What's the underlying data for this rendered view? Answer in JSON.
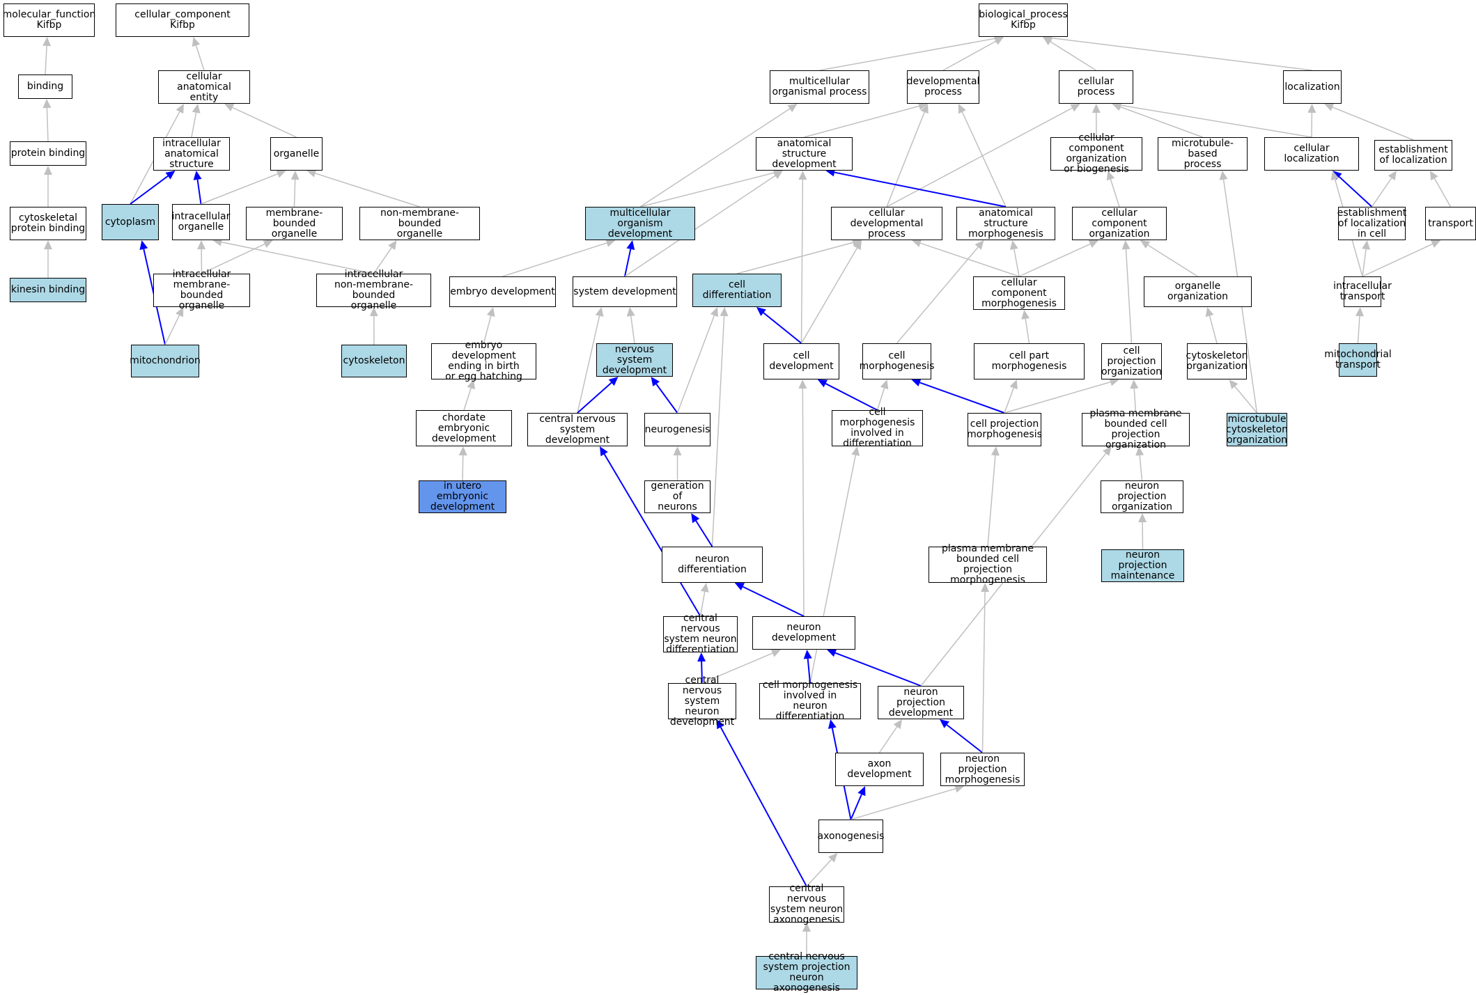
{
  "colors": {
    "node_fill": "#ffffff",
    "highlight_fill": "#add8e6",
    "query_fill": "#6495ed",
    "edge_grey": "#c0c0c0",
    "edge_blue": "#0000ff",
    "border": "#000000"
  },
  "nodes": {
    "mf": {
      "label": "molecular_function\nKifbp"
    },
    "binding": {
      "label": "binding"
    },
    "protein_binding": {
      "label": "protein binding"
    },
    "cytoskeletal_protein_binding": {
      "label": "cytoskeletal\nprotein binding"
    },
    "kinesin_binding": {
      "label": "kinesin binding",
      "highlight": true
    },
    "cc": {
      "label": "cellular_component\nKifbp"
    },
    "cell_anat_entity": {
      "label": "cellular anatomical\nentity"
    },
    "intracell_anat": {
      "label": "intracellular\nanatomical structure"
    },
    "organelle": {
      "label": "organelle"
    },
    "cytoplasm": {
      "label": "cytoplasm",
      "highlight": true
    },
    "intracell_organelle": {
      "label": "intracellular\norganelle"
    },
    "membrane_bounded": {
      "label": "membrane-bounded\norganelle"
    },
    "non_membrane_bounded": {
      "label": "non-membrane-bounded\norganelle"
    },
    "intracell_membrane_bounded": {
      "label": "intracellular\nmembrane-bounded\norganelle"
    },
    "intracell_non_membrane": {
      "label": "intracellular\nnon-membrane-bounded\norganelle"
    },
    "mitochondrion": {
      "label": "mitochondrion",
      "highlight": true
    },
    "cytoskeleton": {
      "label": "cytoskeleton",
      "highlight": true
    },
    "bp": {
      "label": "biological_process\nKifbp"
    },
    "multicell_org_process": {
      "label": "multicellular\norganismal process"
    },
    "dev_process": {
      "label": "developmental\nprocess"
    },
    "cellular_process": {
      "label": "cellular process"
    },
    "localization": {
      "label": "localization"
    },
    "anat_struct_dev": {
      "label": "anatomical structure\ndevelopment"
    },
    "ccob": {
      "label": "cellular component\norganization\nor biogenesis"
    },
    "mt_based_process": {
      "label": "microtubule-based\nprocess"
    },
    "cell_localization": {
      "label": "cellular localization"
    },
    "establish_loc": {
      "label": "establishment\nof localization"
    },
    "multicell_org_dev": {
      "label": "multicellular\norganism development",
      "highlight": true
    },
    "cell_dev_process": {
      "label": "cellular developmental\nprocess"
    },
    "anat_struct_morph": {
      "label": "anatomical structure\nmorphogenesis"
    },
    "cc_org": {
      "label": "cellular component\norganization"
    },
    "establish_loc_cell": {
      "label": "establishment\nof localization\nin cell"
    },
    "transport": {
      "label": "transport"
    },
    "embryo_dev": {
      "label": "embryo development"
    },
    "system_dev": {
      "label": "system development"
    },
    "cell_diff": {
      "label": "cell differentiation",
      "highlight": true
    },
    "cc_morph": {
      "label": "cellular component\nmorphogenesis"
    },
    "organelle_org": {
      "label": "organelle organization"
    },
    "intracell_transport": {
      "label": "intracellular\ntransport"
    },
    "embryo_dev_birth": {
      "label": "embryo development\nending in birth\nor egg hatching"
    },
    "ns_dev": {
      "label": "nervous system\ndevelopment",
      "highlight": true
    },
    "cell_dev": {
      "label": "cell development"
    },
    "cell_morph": {
      "label": "cell morphogenesis"
    },
    "cell_part_morph": {
      "label": "cell part morphogenesis"
    },
    "cell_proj_org": {
      "label": "cell projection\norganization"
    },
    "cytoskeleton_org": {
      "label": "cytoskeleton\norganization"
    },
    "mito_transport": {
      "label": "mitochondrial\ntransport",
      "highlight": true
    },
    "chordate_embryonic": {
      "label": "chordate embryonic\ndevelopment"
    },
    "cns_dev": {
      "label": "central nervous\nsystem development"
    },
    "neurogenesis": {
      "label": "neurogenesis"
    },
    "cell_morph_diff": {
      "label": "cell morphogenesis\ninvolved in\ndifferentiation"
    },
    "cell_proj_morph": {
      "label": "cell projection\nmorphogenesis"
    },
    "pm_cell_proj_org": {
      "label": "plasma membrane\nbounded cell\nprojection organization"
    },
    "mt_cytoskeleton_org": {
      "label": "microtubule\ncytoskeleton\norganization",
      "highlight": true
    },
    "in_utero": {
      "label": "in utero embryonic\ndevelopment",
      "query": true
    },
    "gen_neurons": {
      "label": "generation of\nneurons"
    },
    "neuron_proj_org": {
      "label": "neuron projection\norganization"
    },
    "pm_cell_proj_morph": {
      "label": "plasma membrane\nbounded cell\nprojection morphogenesis"
    },
    "neuron_proj_maint": {
      "label": "neuron projection\nmaintenance",
      "highlight": true
    },
    "neuron_diff": {
      "label": "neuron differentiation"
    },
    "cns_neuron_diff": {
      "label": "central nervous\nsystem neuron\ndifferentiation"
    },
    "neuron_dev": {
      "label": "neuron development"
    },
    "cns_neuron_dev": {
      "label": "central nervous\nsystem neuron\ndevelopment"
    },
    "cell_morph_neuron_diff": {
      "label": "cell morphogenesis\ninvolved in\nneuron differentiation"
    },
    "neuron_proj_dev": {
      "label": "neuron projection\ndevelopment"
    },
    "axon_dev": {
      "label": "axon development"
    },
    "neuron_proj_morph": {
      "label": "neuron projection\nmorphogenesis"
    },
    "axonogenesis": {
      "label": "axonogenesis"
    },
    "cns_neuron_axonogenesis": {
      "label": "central nervous\nsystem neuron\naxonogenesis"
    },
    "cns_proj_neuron_axonogenesis": {
      "label": "central nervous\nsystem projection\nneuron axonogenesis",
      "highlight": true
    }
  },
  "edges": [
    {
      "from": "binding",
      "to": "mf",
      "blue": false
    },
    {
      "from": "protein_binding",
      "to": "binding",
      "blue": false
    },
    {
      "from": "cytoskeletal_protein_binding",
      "to": "protein_binding",
      "blue": false
    },
    {
      "from": "kinesin_binding",
      "to": "cytoskeletal_protein_binding",
      "blue": false
    },
    {
      "from": "cell_anat_entity",
      "to": "cc",
      "blue": false
    },
    {
      "from": "intracell_anat",
      "to": "cell_anat_entity",
      "blue": false
    },
    {
      "from": "organelle",
      "to": "cell_anat_entity",
      "blue": false
    },
    {
      "from": "cytoplasm",
      "to": "cell_anat_entity",
      "blue": false
    },
    {
      "from": "cytoplasm",
      "to": "intracell_anat",
      "blue": true
    },
    {
      "from": "intracell_organelle",
      "to": "intracell_anat",
      "blue": true
    },
    {
      "from": "intracell_organelle",
      "to": "organelle",
      "blue": false
    },
    {
      "from": "membrane_bounded",
      "to": "organelle",
      "blue": false
    },
    {
      "from": "non_membrane_bounded",
      "to": "organelle",
      "blue": false
    },
    {
      "from": "intracell_membrane_bounded",
      "to": "intracell_organelle",
      "blue": false
    },
    {
      "from": "intracell_membrane_bounded",
      "to": "membrane_bounded",
      "blue": false
    },
    {
      "from": "intracell_non_membrane",
      "to": "intracell_organelle",
      "blue": false
    },
    {
      "from": "intracell_non_membrane",
      "to": "non_membrane_bounded",
      "blue": false
    },
    {
      "from": "mitochondrion",
      "to": "cytoplasm",
      "blue": true
    },
    {
      "from": "mitochondrion",
      "to": "intracell_membrane_bounded",
      "blue": false
    },
    {
      "from": "cytoskeleton",
      "to": "intracell_non_membrane",
      "blue": false
    },
    {
      "from": "multicell_org_process",
      "to": "bp",
      "blue": false
    },
    {
      "from": "dev_process",
      "to": "bp",
      "blue": false
    },
    {
      "from": "cellular_process",
      "to": "bp",
      "blue": false
    },
    {
      "from": "localization",
      "to": "bp",
      "blue": false
    },
    {
      "from": "anat_struct_dev",
      "to": "dev_process",
      "blue": false
    },
    {
      "from": "ccob",
      "to": "cellular_process",
      "blue": false
    },
    {
      "from": "mt_based_process",
      "to": "cellular_process",
      "blue": false
    },
    {
      "from": "cell_localization",
      "to": "cellular_process",
      "blue": false
    },
    {
      "from": "cell_localization",
      "to": "localization",
      "blue": false
    },
    {
      "from": "establish_loc",
      "to": "localization",
      "blue": false
    },
    {
      "from": "multicell_org_dev",
      "to": "multicell_org_process",
      "blue": false
    },
    {
      "from": "multicell_org_dev",
      "to": "anat_struct_dev",
      "blue": false
    },
    {
      "from": "cell_dev_process",
      "to": "dev_process",
      "blue": false
    },
    {
      "from": "cell_dev_process",
      "to": "cellular_process",
      "blue": false
    },
    {
      "from": "anat_struct_morph",
      "to": "dev_process",
      "blue": false
    },
    {
      "from": "anat_struct_morph",
      "to": "anat_struct_dev",
      "blue": true
    },
    {
      "from": "cc_org",
      "to": "ccob",
      "blue": false
    },
    {
      "from": "establish_loc_cell",
      "to": "cell_localization",
      "blue": true
    },
    {
      "from": "establish_loc_cell",
      "to": "establish_loc",
      "blue": false
    },
    {
      "from": "transport",
      "to": "establish_loc",
      "blue": false
    },
    {
      "from": "embryo_dev",
      "to": "multicell_org_dev",
      "blue": false
    },
    {
      "from": "system_dev",
      "to": "multicell_org_dev",
      "blue": true
    },
    {
      "from": "system_dev",
      "to": "anat_struct_dev",
      "blue": false
    },
    {
      "from": "cell_diff",
      "to": "cell_dev_process",
      "blue": false
    },
    {
      "from": "cc_morph",
      "to": "cell_dev_process",
      "blue": false
    },
    {
      "from": "cc_morph",
      "to": "anat_struct_morph",
      "blue": false
    },
    {
      "from": "cc_morph",
      "to": "cc_org",
      "blue": false
    },
    {
      "from": "organelle_org",
      "to": "cc_org",
      "blue": false
    },
    {
      "from": "intracell_transport",
      "to": "cell_localization",
      "blue": false
    },
    {
      "from": "intracell_transport",
      "to": "establish_loc_cell",
      "blue": false
    },
    {
      "from": "intracell_transport",
      "to": "transport",
      "blue": false
    },
    {
      "from": "embryo_dev_birth",
      "to": "embryo_dev",
      "blue": false
    },
    {
      "from": "ns_dev",
      "to": "system_dev",
      "blue": false
    },
    {
      "from": "cell_dev",
      "to": "anat_struct_dev",
      "blue": false
    },
    {
      "from": "cell_dev",
      "to": "cell_diff",
      "blue": true
    },
    {
      "from": "cell_dev",
      "to": "cell_dev_process",
      "blue": false
    },
    {
      "from": "cell_morph",
      "to": "anat_struct_morph",
      "blue": false
    },
    {
      "from": "cell_part_morph",
      "to": "cc_morph",
      "blue": false
    },
    {
      "from": "cell_proj_org",
      "to": "cc_org",
      "blue": false
    },
    {
      "from": "cytoskeleton_org",
      "to": "organelle_org",
      "blue": false
    },
    {
      "from": "mito_transport",
      "to": "intracell_transport",
      "blue": false
    },
    {
      "from": "chordate_embryonic",
      "to": "embryo_dev_birth",
      "blue": false
    },
    {
      "from": "cns_dev",
      "to": "system_dev",
      "blue": false
    },
    {
      "from": "cns_dev",
      "to": "ns_dev",
      "blue": true
    },
    {
      "from": "neurogenesis",
      "to": "ns_dev",
      "blue": true
    },
    {
      "from": "neurogenesis",
      "to": "cell_diff",
      "blue": false
    },
    {
      "from": "cell_morph_diff",
      "to": "cell_dev",
      "blue": true
    },
    {
      "from": "cell_morph_diff",
      "to": "cell_morph",
      "blue": false
    },
    {
      "from": "cell_proj_morph",
      "to": "cell_morph",
      "blue": true
    },
    {
      "from": "cell_proj_morph",
      "to": "cell_part_morph",
      "blue": false
    },
    {
      "from": "cell_proj_morph",
      "to": "cell_proj_org",
      "blue": false
    },
    {
      "from": "pm_cell_proj_org",
      "to": "cell_proj_org",
      "blue": false
    },
    {
      "from": "mt_cytoskeleton_org",
      "to": "mt_based_process",
      "blue": false
    },
    {
      "from": "mt_cytoskeleton_org",
      "to": "cytoskeleton_org",
      "blue": false
    },
    {
      "from": "in_utero",
      "to": "chordate_embryonic",
      "blue": false
    },
    {
      "from": "gen_neurons",
      "to": "neurogenesis",
      "blue": false
    },
    {
      "from": "neuron_proj_org",
      "to": "pm_cell_proj_org",
      "blue": false
    },
    {
      "from": "pm_cell_proj_morph",
      "to": "cell_proj_morph",
      "blue": false
    },
    {
      "from": "neuron_proj_maint",
      "to": "neuron_proj_org",
      "blue": false
    },
    {
      "from": "neuron_diff",
      "to": "cell_diff",
      "blue": false
    },
    {
      "from": "neuron_diff",
      "to": "gen_neurons",
      "blue": true
    },
    {
      "from": "cns_neuron_diff",
      "to": "cns_dev",
      "blue": true
    },
    {
      "from": "cns_neuron_diff",
      "to": "neuron_diff",
      "blue": false
    },
    {
      "from": "neuron_dev",
      "to": "cell_dev",
      "blue": false
    },
    {
      "from": "neuron_dev",
      "to": "neuron_diff",
      "blue": true
    },
    {
      "from": "cns_neuron_dev",
      "to": "cns_neuron_diff",
      "blue": true
    },
    {
      "from": "cns_neuron_dev",
      "to": "neuron_dev",
      "blue": false
    },
    {
      "from": "cell_morph_neuron_diff",
      "to": "cell_morph_diff",
      "blue": false
    },
    {
      "from": "cell_morph_neuron_diff",
      "to": "neuron_dev",
      "blue": true
    },
    {
      "from": "neuron_proj_dev",
      "to": "neuron_dev",
      "blue": true
    },
    {
      "from": "neuron_proj_dev",
      "to": "pm_cell_proj_org",
      "blue": false
    },
    {
      "from": "axon_dev",
      "to": "neuron_proj_dev",
      "blue": false
    },
    {
      "from": "neuron_proj_morph",
      "to": "neuron_proj_dev",
      "blue": true
    },
    {
      "from": "neuron_proj_morph",
      "to": "pm_cell_proj_morph",
      "blue": false
    },
    {
      "from": "axonogenesis",
      "to": "cell_morph_neuron_diff",
      "blue": true
    },
    {
      "from": "axonogenesis",
      "to": "axon_dev",
      "blue": true
    },
    {
      "from": "axonogenesis",
      "to": "neuron_proj_morph",
      "blue": false
    },
    {
      "from": "cns_neuron_axonogenesis",
      "to": "cns_neuron_dev",
      "blue": true
    },
    {
      "from": "cns_neuron_axonogenesis",
      "to": "axonogenesis",
      "blue": false
    },
    {
      "from": "cns_proj_neuron_axonogenesis",
      "to": "cns_neuron_axonogenesis",
      "blue": false
    }
  ]
}
